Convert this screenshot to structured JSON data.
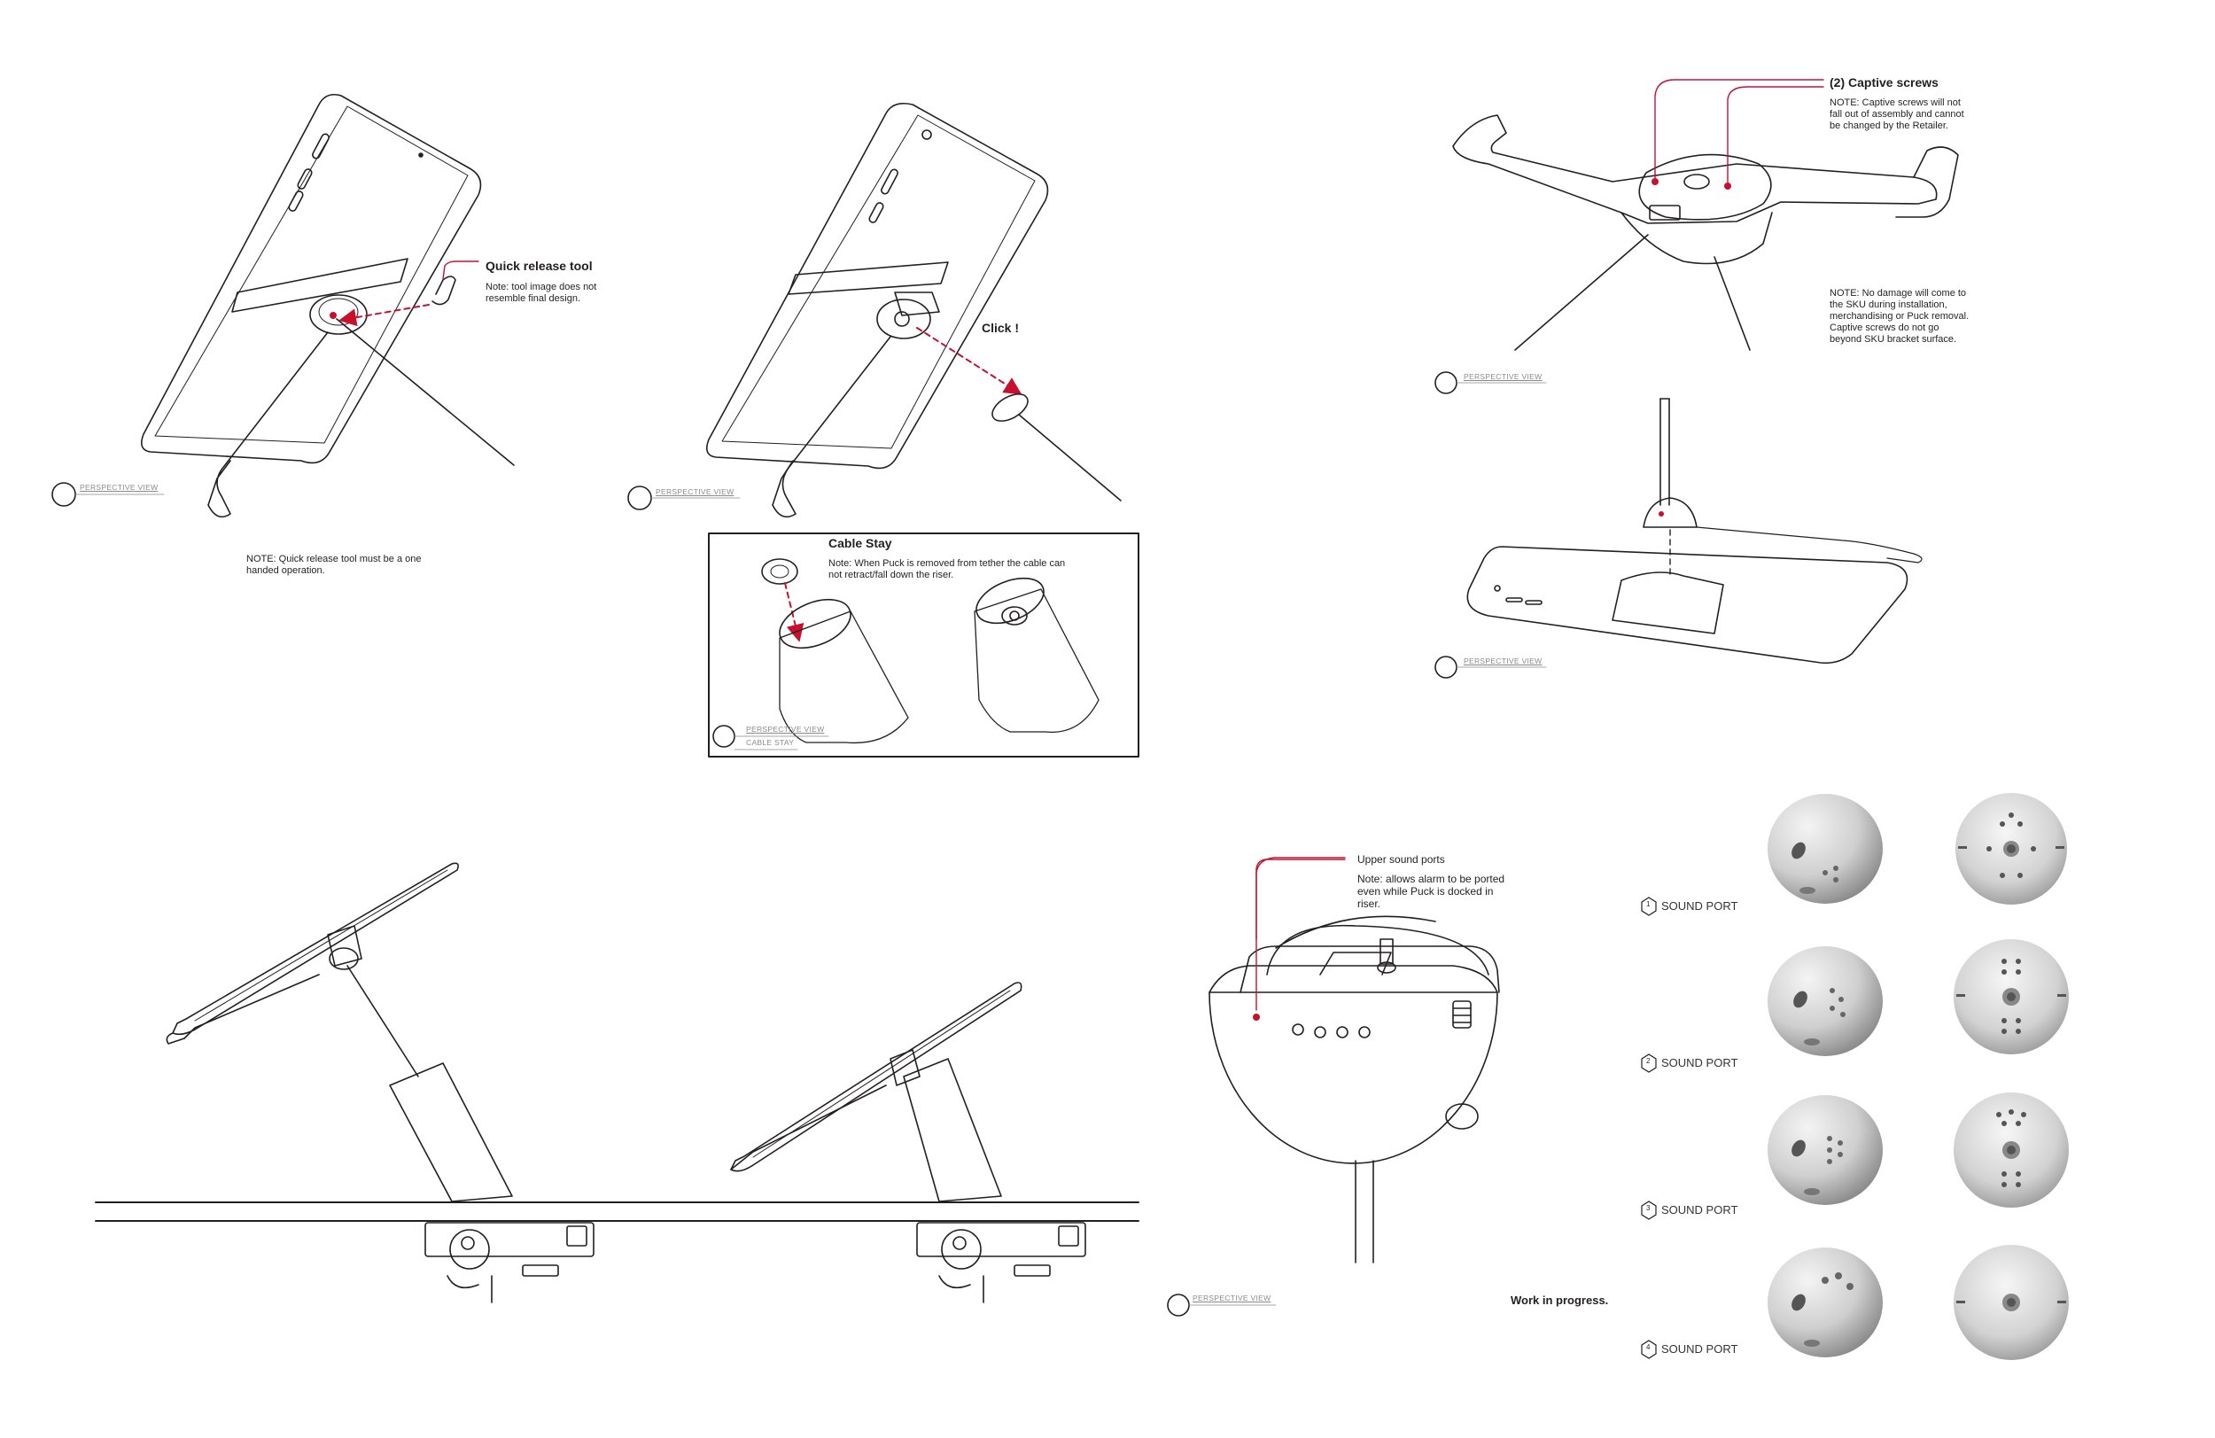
{
  "annotations": {
    "quick_release_title": "Quick release tool",
    "quick_release_note": "Note: tool image does not resemble final design.",
    "click_label": "Click !",
    "quick_release_one_hand_note": "NOTE: Quick release tool must be a one handed operation.",
    "cable_stay_title": "Cable Stay",
    "cable_stay_note": "Note: When Puck is removed from tether the cable can not retract/fall down the riser.",
    "captive_screws_title": "(2) Captive screws",
    "captive_screws_note": "NOTE: Captive screws will not fall out of assembly and cannot be changed by the Retailer.",
    "no_damage_note": "NOTE: No damage will come to the SKU during installation, merchandising or Puck removal. Captive screws do not go beyond SKU bracket surface.",
    "upper_sound_ports_title": "Upper sound ports",
    "upper_sound_ports_note": "Note: allows alarm to be ported even while Puck is docked in riser.",
    "work_in_progress": "Work in progress."
  },
  "view_labels": {
    "perspective": "PERSPECTIVE VIEW",
    "cable_stay": "CABLE STAY"
  },
  "sound_port_labels": [
    "SOUND PORT",
    "SOUND PORT",
    "SOUND PORT",
    "SOUND PORT"
  ],
  "sound_port_numbers": [
    "1",
    "2",
    "3",
    "4"
  ],
  "colors": {
    "line": "#231f20",
    "accent_red": "#c8102e",
    "puck_grey": "#b8b8b8",
    "label_grey": "#8a8a8a"
  }
}
